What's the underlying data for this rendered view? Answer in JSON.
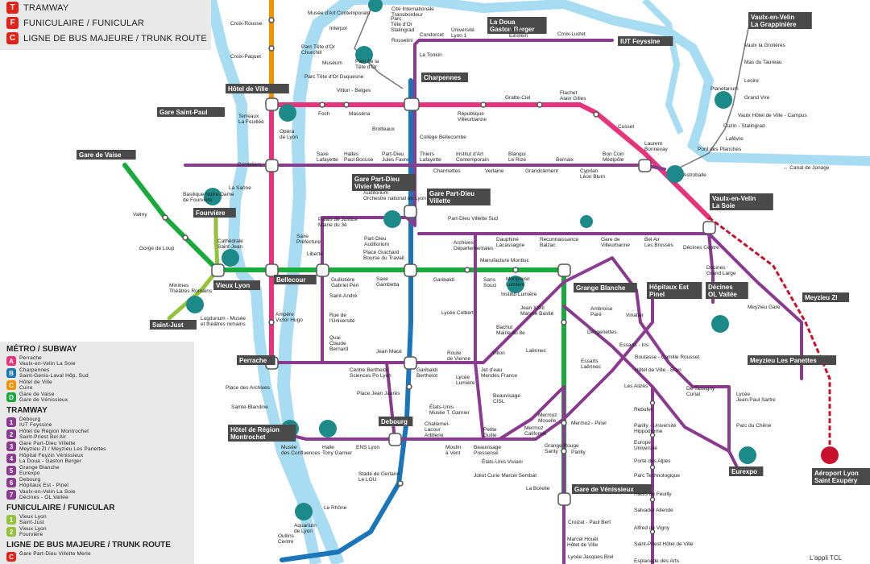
{
  "colors": {
    "metro_a": "#e6337a",
    "metro_b": "#1a75bb",
    "metro_c": "#f39200",
    "metro_d": "#1aaa3c",
    "tram": "#8a3a8f",
    "tram_red": "#c8102e",
    "funicular": "#95c23d",
    "river": "#a8dcf2",
    "station": "#555555"
  },
  "legend_top": [
    {
      "code": "T",
      "color": "#e2231a",
      "label": "TRAMWAY"
    },
    {
      "code": "F",
      "color": "#e2231a",
      "label": "FUNICULAIRE / FUNICULAR"
    },
    {
      "code": "C",
      "color": "#e2231a",
      "label": "LIGNE DE BUS MAJEURE / TRUNK ROUTE"
    }
  ],
  "legend_bottom": {
    "metro_title": "MÉTRO / SUBWAY",
    "metro": [
      {
        "code": "A",
        "color": "#e6337a",
        "text": "Perrache\nVaulx-en-Velin La Soie"
      },
      {
        "code": "B",
        "color": "#1a75bb",
        "text": "Charpennes\nSaint-Genis-Laval Hôp. Sud"
      },
      {
        "code": "C",
        "color": "#f39200",
        "text": "Hôtel de Ville\nCuire"
      },
      {
        "code": "D",
        "color": "#1aaa3c",
        "text": "Gare de Vaise\nGare de Vénissieux"
      }
    ],
    "tram_title": "TRAMWAY",
    "tram": [
      {
        "code": "1",
        "color": "#8a3a8f",
        "text": "Debourg\nIUT Feyssine"
      },
      {
        "code": "2",
        "color": "#8a3a8f",
        "text": "Hôtel de Région Montrochet\nSaint-Priest Bel Air"
      },
      {
        "code": "3",
        "color": "#8a3a8f",
        "text": "Gare Part-Dieu Villette\nMeyzieu ZI / Meyzieu Les Panettes"
      },
      {
        "code": "4",
        "color": "#8a3a8f",
        "text": "Hôpital Feyzin Vénissieux\nLa Doua - Gaston Berger"
      },
      {
        "code": "5",
        "color": "#8a3a8f",
        "text": "Grange Blanche\nEurexpo"
      },
      {
        "code": "6",
        "color": "#8a3a8f",
        "text": "Debourg\nHôpitaux Est - Pinel"
      },
      {
        "code": "7",
        "color": "#8a3a8f",
        "text": "Vaulx-en-Velin La Soie\nDécines - OL Vallée"
      }
    ],
    "funi_title": "FUNICULAIRE / FUNICULAR",
    "funi": [
      {
        "code": "1",
        "color": "#95c23d",
        "text": "Vieux Lyon\nSaint-Just"
      },
      {
        "code": "2",
        "color": "#95c23d",
        "text": "Vieux Lyon\nFourvière"
      }
    ],
    "bus_title": "LIGNE DE BUS MAJEURE / TRUNK ROUTE",
    "bus": [
      {
        "code": "C",
        "color": "#e2231a",
        "text": "Gare Part-Dieu Villette Merle"
      }
    ]
  },
  "app_label": "L'appli TCL",
  "chips": [
    {
      "label": "Hôtel de Ville"
    },
    {
      "label": "Gare Saint-Paul"
    },
    {
      "label": "Gare de Vaise"
    },
    {
      "label": "Charpennes"
    },
    {
      "label": "Gare Part-Dieu\nVivier Merle"
    },
    {
      "label": "Gare Part-Dieu\nVillette"
    },
    {
      "label": "Bellecour"
    },
    {
      "label": "Vieux Lyon"
    },
    {
      "label": "Perrache"
    },
    {
      "label": "Hôtel de Région\nMontrochet"
    },
    {
      "label": "Debourg"
    },
    {
      "label": "Grange Blanche"
    },
    {
      "label": "Gare de Vénissieux"
    },
    {
      "label": "Vaulx-en-Velin\nLa Soie"
    },
    {
      "label": "Décines\nOL Vallée"
    },
    {
      "label": "Hôpitaux Est\nPinel"
    },
    {
      "label": "Meyzieu ZI"
    },
    {
      "label": "Meyzieu Les Panettes"
    },
    {
      "label": "Fourvière"
    },
    {
      "label": "Saint-Just"
    },
    {
      "label": "La Doua\nGaston Berger"
    },
    {
      "label": "IUT Feyssine"
    },
    {
      "label": "Vaulx-en-Velin\nLa Grappinière"
    },
    {
      "label": "Eurexpo"
    },
    {
      "label": "Aéroport Lyon\nSaint Exupéry"
    }
  ],
  "labels": [
    {
      "t": "Croix-Rousse"
    },
    {
      "t": "Croix-Paquet"
    },
    {
      "t": "Foch"
    },
    {
      "t": "Masséna"
    },
    {
      "t": "Brotteaux"
    },
    {
      "t": "République\nVilleurbanne"
    },
    {
      "t": "Gratte-Ciel"
    },
    {
      "t": "Flachet\nAlain Gilles"
    },
    {
      "t": "Cusset"
    },
    {
      "t": "Laurent\nBonnevay"
    },
    {
      "t": "Cordeliers"
    },
    {
      "t": "Valmy"
    },
    {
      "t": "Gorge de Loup"
    },
    {
      "t": "Minimes\nThéâtres Romains"
    },
    {
      "t": "Guillotière\nGabriel Péri"
    },
    {
      "t": "Saxe\nGambetta"
    },
    {
      "t": "Garibaldi"
    },
    {
      "t": "Sans\nSouci"
    },
    {
      "t": "Monplaisir\nLumière"
    },
    {
      "t": "Ampère\nVictor Hugo"
    },
    {
      "t": "Jean Macé"
    },
    {
      "t": "Place Jean Jaurès"
    },
    {
      "t": "Stade de Gerland\nLe LOU"
    },
    {
      "t": "Oullins\nCentre"
    },
    {
      "t": "Laënnec"
    },
    {
      "t": "Mermoz - Pinel"
    },
    {
      "t": "Parilly"
    },
    {
      "t": "Place Guichard\nBourse du Travail"
    },
    {
      "t": "Le Tonkin"
    },
    {
      "t": "Condorcet"
    },
    {
      "t": "Université\nLyon 1"
    },
    {
      "t": "INSA\nEinstein"
    },
    {
      "t": "Croix-Luizet"
    },
    {
      "t": "Rosselini"
    },
    {
      "t": "Collège Bellecombe"
    },
    {
      "t": "Thiers\nLafayette"
    },
    {
      "t": "Charmettes"
    },
    {
      "t": "Institut d'Art\nContemporain"
    },
    {
      "t": "Verlaine"
    },
    {
      "t": "Blanqui\nLe Rize"
    },
    {
      "t": "Grandclément"
    },
    {
      "t": "Bernaix"
    },
    {
      "t": "Cyprian\nLéon Blum"
    },
    {
      "t": "Bon Coin\nMédipôle"
    },
    {
      "t": "Saxe\nLafayette"
    },
    {
      "t": "Halles\nPaul Bocuse"
    },
    {
      "t": "Part-Dieu\nJules Favre"
    },
    {
      "t": "Palais de Justice\nMairie du 3e"
    },
    {
      "t": "Saxe\nPréfecture"
    },
    {
      "t": "Liberté"
    },
    {
      "t": "Part-Dieu\nAuditorium"
    },
    {
      "t": "Part-Dieu Villette Sud"
    },
    {
      "t": "Archives\nDépartementales"
    },
    {
      "t": "Dauphiné\nLacassagne"
    },
    {
      "t": "Reconnaissance\nBalzac"
    },
    {
      "t": "Gare de\nVilleurbanne"
    },
    {
      "t": "Bel Air\nLes Brosses"
    },
    {
      "t": "Décines Centre"
    },
    {
      "t": "Décines\nGrand Large"
    },
    {
      "t": "Meyzieu Gare"
    },
    {
      "t": "Manufacture Montluc"
    },
    {
      "t": "Lycée Colbert"
    },
    {
      "t": "Saint-André"
    },
    {
      "t": "Rue de\nl'Université"
    },
    {
      "t": "Quai\nClaude\nBernard"
    },
    {
      "t": "Centre Berthelot\nSciences Po Lyon"
    },
    {
      "t": "Garibaldi\nBerthelot"
    },
    {
      "t": "Route\nde Vienne"
    },
    {
      "t": "Lycée\nLumière"
    },
    {
      "t": "Jet d'eau\nMendès France"
    },
    {
      "t": "Villon"
    },
    {
      "t": "Bachut\nMairie du 8e"
    },
    {
      "t": "Jean XXIII\nMaryse Bastié"
    },
    {
      "t": "Ambroise\nParé"
    },
    {
      "t": "Vinatier"
    },
    {
      "t": "Desgenettes"
    },
    {
      "t": "Essarts - Iris"
    },
    {
      "t": "Essarts\nLaënnec"
    },
    {
      "t": "Boutasse - Camille Rousset"
    },
    {
      "t": "Hôtel de Ville - Bron"
    },
    {
      "t": "Les Alizés"
    },
    {
      "t": "De Tassigny\nCurial"
    },
    {
      "t": "Lycée\nJean-Paul Sartre"
    },
    {
      "t": "Parc du Chêne"
    },
    {
      "t": "Rebufer"
    },
    {
      "t": "Parilly - Université\nHippodrome"
    },
    {
      "t": "Europe\nUniversité"
    },
    {
      "t": "Porte des Alpes"
    },
    {
      "t": "Parc Technologique"
    },
    {
      "t": "Hauts de Feuilly"
    },
    {
      "t": "Salvador Allende"
    },
    {
      "t": "Alfred de Vigny"
    },
    {
      "t": "Saint-Priest Hôtel de Ville"
    },
    {
      "t": "Esplanade des Arts"
    },
    {
      "t": "Place des Archives"
    },
    {
      "t": "Sainte-Blandine"
    },
    {
      "t": "Musée\ndes Confluences"
    },
    {
      "t": "Halle\nTony Garnier"
    },
    {
      "t": "ENS Lyon"
    },
    {
      "t": "Challemel-\nLacour\nArtillerie"
    },
    {
      "t": "États-Unis\nMusée T. Garnier"
    },
    {
      "t": "Petite\nGuille"
    },
    {
      "t": "Beauvisage\nCISL"
    },
    {
      "t": "Mermoz\nMoselle"
    },
    {
      "t": "Mermoz\nCalifornie"
    },
    {
      "t": "Grange Rouge\nSanty"
    },
    {
      "t": "Moulin\nà Vent"
    },
    {
      "t": "Beauvisage\nPressensé"
    },
    {
      "t": "États-Unis Viviani"
    },
    {
      "t": "Joliot Curie Marcel Sembat"
    },
    {
      "t": "La Borelle"
    },
    {
      "t": "Croizat - Paul Bert"
    },
    {
      "t": "Marcel Houël\nHôtel de Ville"
    },
    {
      "t": "Lycée Jacques Brel"
    },
    {
      "t": "Terreaux\nLa Feuillée"
    },
    {
      "t": "Musée d'Art Contemporain"
    },
    {
      "t": "Interpol"
    },
    {
      "t": "Parc Tête d'Or\nChurchill"
    },
    {
      "t": "Muséum"
    },
    {
      "t": "Parc Tête d'Or Duquesne"
    },
    {
      "t": "Vitton - Belges"
    },
    {
      "t": "Cité Internationale\nTransbordeur"
    },
    {
      "t": "Parc\nTête d'Or\nStalingrad"
    },
    {
      "t": "Vaulx la Grolières"
    },
    {
      "t": "Mas du Taureau"
    },
    {
      "t": "Lesire"
    },
    {
      "t": "Grand Vire"
    },
    {
      "t": "Vaulx Hôtel de Ville - Campus"
    },
    {
      "t": "Cuzin - Stalingrad"
    },
    {
      "t": "Lafêvre"
    },
    {
      "t": "Pont des Planches"
    },
    {
      "t": "Planétarium"
    },
    {
      "t": "Astroballe"
    },
    {
      "t": "Opéra\nde Lyon"
    },
    {
      "t": "Auditorium\nOrchestre national de Lyon"
    },
    {
      "t": "Basilique Notre-Dame\nde Fourvière"
    },
    {
      "t": "Cathédrale\nSaint-Jean"
    },
    {
      "t": "Lugdunum - Musée\net théâtres romains"
    },
    {
      "t": "Institut Lumière"
    },
    {
      "t": "Aquarium\nde Lyon"
    },
    {
      "t": "Parc de la\nTête d'Or"
    },
    {
      "t": "Le Rhône"
    },
    {
      "t": "La Saône"
    },
    {
      "t": "← Canal de Jonage"
    }
  ]
}
